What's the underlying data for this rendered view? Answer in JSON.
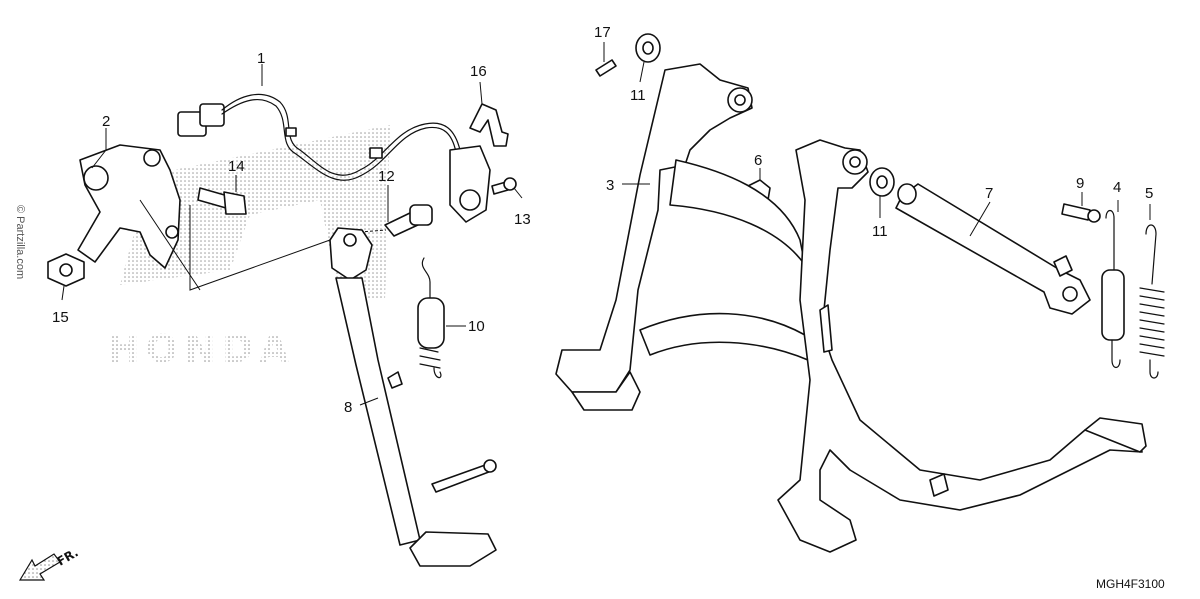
{
  "watermark": {
    "brand": "HONDA",
    "copyright": "© Partzilla.com"
  },
  "diagram_code": "MGH4F3100",
  "direction": "FR.",
  "callouts": [
    "1",
    "2",
    "3",
    "4",
    "5",
    "6",
    "7",
    "8",
    "9",
    "10",
    "11",
    "11",
    "12",
    "13",
    "14",
    "15",
    "16",
    "17"
  ]
}
